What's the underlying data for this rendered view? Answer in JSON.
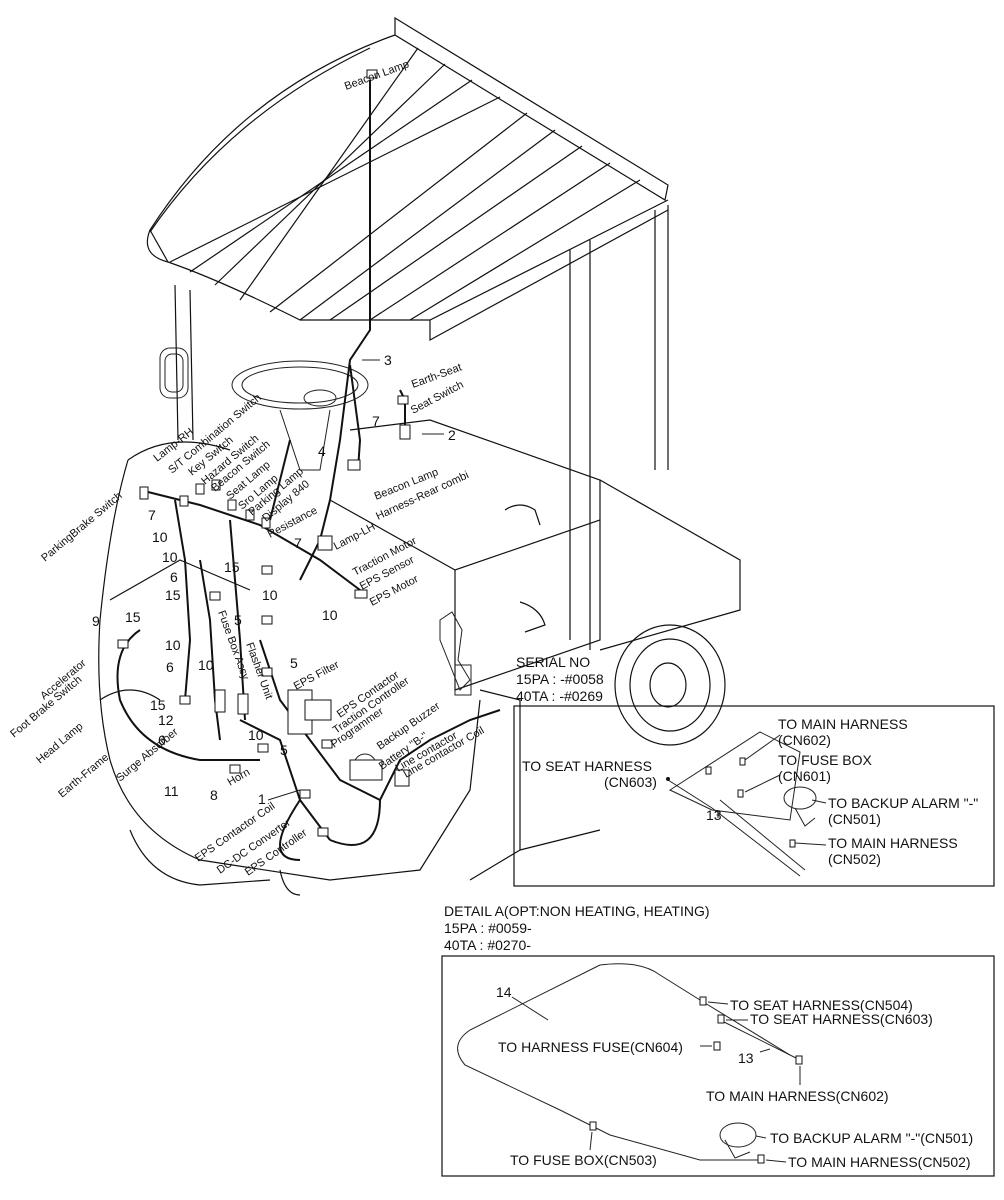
{
  "serial": {
    "title": "SERIAL NO",
    "line1": "15PA : -#0058",
    "line2": "40TA : -#0269"
  },
  "detail_title": {
    "line1": "DETAIL A(OPT:NON HEATING, HEATING)",
    "line2": "15PA : #0059-",
    "line3": "40TA : #0270-"
  },
  "inset1": {
    "to_main_cn602": "TO MAIN HARNESS",
    "cn602": "(CN602)",
    "to_fuse_box": "TO FUSE BOX",
    "cn601": "(CN601)",
    "to_seat": "TO SEAT HARNESS",
    "cn603": "(CN603)",
    "to_backup": "TO BACKUP ALARM \"-\"",
    "cn501": "(CN501)",
    "to_main_cn502": "TO MAIN HARNESS",
    "cn502": "(CN502)",
    "callout": "13"
  },
  "inset2": {
    "callout14": "14",
    "callout13": "13",
    "seat_cn504": "TO SEAT HARNESS(CN504)",
    "seat_cn603": "TO SEAT HARNESS(CN603)",
    "fuse_cn604": "TO HARNESS FUSE(CN604)",
    "main_cn602": "TO MAIN HARNESS(CN602)",
    "backup_cn501": "TO BACKUP ALARM \"-\"(CN501)",
    "fusebox_cn503": "TO FUSE BOX(CN503)",
    "main_cn502": "TO MAIN HARNESS(CN502)"
  },
  "components": {
    "beacon_lamp_top": "Beacon Lamp",
    "earth_seat": "Earth-Seat",
    "seat_switch": "Seat Switch",
    "beacon_lamp": "Beacon Lamp",
    "harness_rear": "Harness-Rear combi",
    "lamp_lh": "Lamp-LH",
    "traction_motor": "Traction Motor",
    "eps_sensor": "EPS Sensor",
    "eps_motor": "EPS Motor",
    "lamp_rh": "Lamp-RH",
    "st_combination": "S/T Combination Switch",
    "key_switch": "Key Switch",
    "hazard_switch": "Hazard Switch",
    "beacon_switch": "Beacon Switch",
    "seat_lamp": "Seat Lamp",
    "sro_lamp": "Sro Lamp",
    "parking_lamp": "Parking Lamp",
    "display": "Display 840",
    "resistance": "Resistance",
    "parking_brake": "ParkingBrake Switch",
    "fuse_box_assy": "Fuse Box Assy",
    "flasher_unit": "Flasher Unit",
    "eps_filter": "EPS Filter",
    "eps_contactor": "EPS Contactor",
    "traction_controller": "Traction Controller",
    "programmer": "Programmer",
    "backup_buzzer": "Backup Buzzer",
    "battery": "Battery \"B-\"",
    "line_contactor": "Line contactor",
    "line_contactor_coil": "Line contactor Coil",
    "accelerator": "Accelerator",
    "foot_brake": "Foot Brake Switch",
    "head_lamp": "Head Lamp",
    "earth_frame": "Earth-Frame",
    "surge_absorber": "Surge Absorber",
    "horn": "Horn",
    "eps_contactor_coil": "EPS Contactor Coil",
    "dcdc": "DC-DC Converter",
    "eps_controller": "EPS Controller",
    "detail_marker": "A"
  },
  "callouts": {
    "c1": "1",
    "c2": "2",
    "c3": "3",
    "c4": "4",
    "c5": "5",
    "c6": "6",
    "c7": "7",
    "c8": "8",
    "c9": "9",
    "c10": "10",
    "c11": "11",
    "c12": "12",
    "c15": "15"
  }
}
